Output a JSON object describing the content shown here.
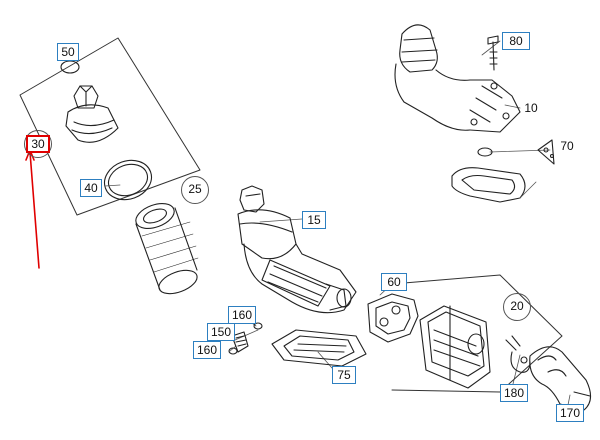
{
  "diagram": {
    "callouts": {
      "p50": "50",
      "p30": "30",
      "p40": "40",
      "p25": "25",
      "p80": "80",
      "p10": "10",
      "p70": "70",
      "p15": "15",
      "p60": "60",
      "p20": "20",
      "p160a": "160",
      "p150": "150",
      "p160b": "160",
      "p75": "75",
      "p180": "180",
      "p170": "170"
    },
    "highlighted_part": "30",
    "accent_color": "#e00000",
    "label_border_color": "#2d7fc0"
  }
}
